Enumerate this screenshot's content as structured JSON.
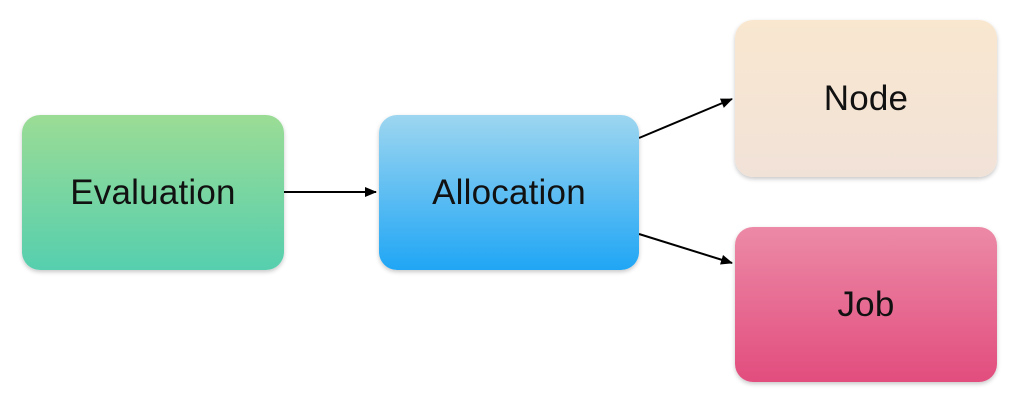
{
  "diagram": {
    "nodes": [
      {
        "id": "evaluation",
        "label": "Evaluation"
      },
      {
        "id": "allocation",
        "label": "Allocation"
      },
      {
        "id": "node",
        "label": "Node"
      },
      {
        "id": "job",
        "label": "Job"
      }
    ],
    "edges": [
      {
        "from": "evaluation",
        "to": "allocation"
      },
      {
        "from": "allocation",
        "to": "node"
      },
      {
        "from": "allocation",
        "to": "job"
      }
    ]
  },
  "colors": {
    "evaluation": [
      "#9bdc95",
      "#56cfae"
    ],
    "allocation": [
      "#9dd6f0",
      "#20a6f5"
    ],
    "node": [
      "#f9e7cf",
      "#f1e2d8"
    ],
    "job": [
      "#ec8aa7",
      "#e24d7e"
    ],
    "edge": "#000000"
  }
}
